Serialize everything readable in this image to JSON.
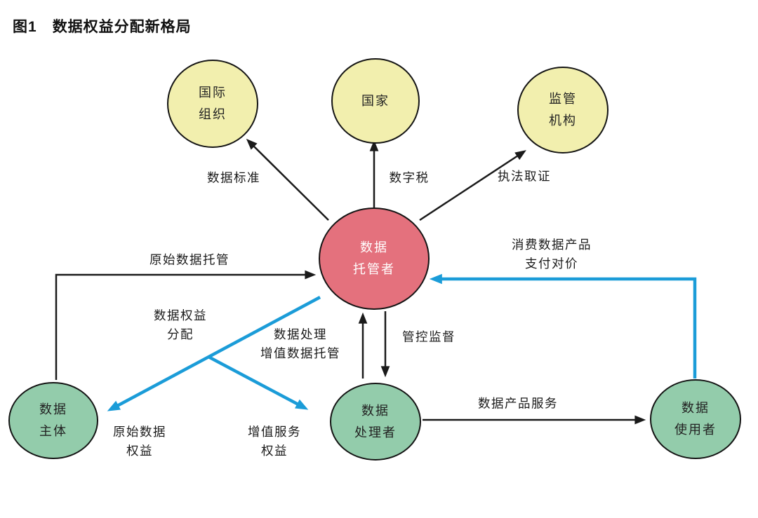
{
  "title": {
    "figure_label": "图1",
    "text": "数据权益分配新格局"
  },
  "nodes": {
    "intl_org": {
      "label_lines": [
        "国际",
        "组织"
      ],
      "fill": "#f2efae",
      "role": "国际组织"
    },
    "state": {
      "label_lines": [
        "国家"
      ],
      "fill": "#f2efae",
      "role": "国家"
    },
    "regulator": {
      "label_lines": [
        "监管",
        "机构"
      ],
      "fill": "#f2efae",
      "role": "监管机构"
    },
    "custodian": {
      "label_lines": [
        "数据",
        "托管者"
      ],
      "fill": "#e4717d",
      "role": "数据托管者"
    },
    "subject": {
      "label_lines": [
        "数据",
        "主体"
      ],
      "fill": "#93ccab",
      "role": "数据主体"
    },
    "processor": {
      "label_lines": [
        "数据",
        "处理者"
      ],
      "fill": "#93ccab",
      "role": "数据处理者"
    },
    "user": {
      "label_lines": [
        "数据",
        "使用者"
      ],
      "fill": "#93ccab",
      "role": "数据使用者"
    }
  },
  "edges": {
    "data_standards": {
      "from": "custodian",
      "to": "intl_org",
      "color": "black",
      "label_lines": [
        "数据标准"
      ]
    },
    "digital_tax": {
      "from": "custodian",
      "to": "state",
      "color": "black",
      "label_lines": [
        "数字税"
      ]
    },
    "law_enforcement": {
      "from": "custodian",
      "to": "regulator",
      "color": "black",
      "label_lines": [
        "执法取证"
      ]
    },
    "raw_data_custody": {
      "from": "subject",
      "to": "custodian",
      "color": "black",
      "label_lines": [
        "原始数据托管"
      ]
    },
    "rights_allocation": {
      "from": "custodian",
      "to": "subject",
      "color": "blue",
      "label_lines": [
        "数据权益",
        "分配"
      ]
    },
    "raw_data_rights": {
      "from": "custodian",
      "to": "subject",
      "color": "blue",
      "label_lines": [
        "原始数据",
        "权益"
      ]
    },
    "value_added_rights": {
      "from": "custodian",
      "to": "processor",
      "color": "blue",
      "label_lines": [
        "增值服务",
        "权益"
      ]
    },
    "processing_custody": {
      "from": "processor",
      "to": "custodian",
      "color": "black",
      "label_lines": [
        "数据处理",
        "增值数据托管"
      ]
    },
    "supervision": {
      "from": "custodian",
      "to": "processor",
      "color": "black",
      "label_lines": [
        "管控监督"
      ]
    },
    "consume_pay": {
      "from": "user",
      "to": "custodian",
      "color": "blue",
      "label_lines": [
        "消费数据产品",
        "支付对价"
      ]
    },
    "data_product_service": {
      "from": "processor",
      "to": "user",
      "color": "black",
      "label_lines": [
        "数据产品服务"
      ]
    }
  },
  "colors": {
    "node_yellow": "#f2efae",
    "node_red": "#e4717d",
    "node_green": "#93ccab",
    "node_border": "#141414",
    "arrow_black": "#1a1a1a",
    "arrow_blue": "#1b9cd8",
    "text_dark": "#1c1c1c",
    "text_on_red": "#ffffff",
    "background": "#ffffff"
  }
}
